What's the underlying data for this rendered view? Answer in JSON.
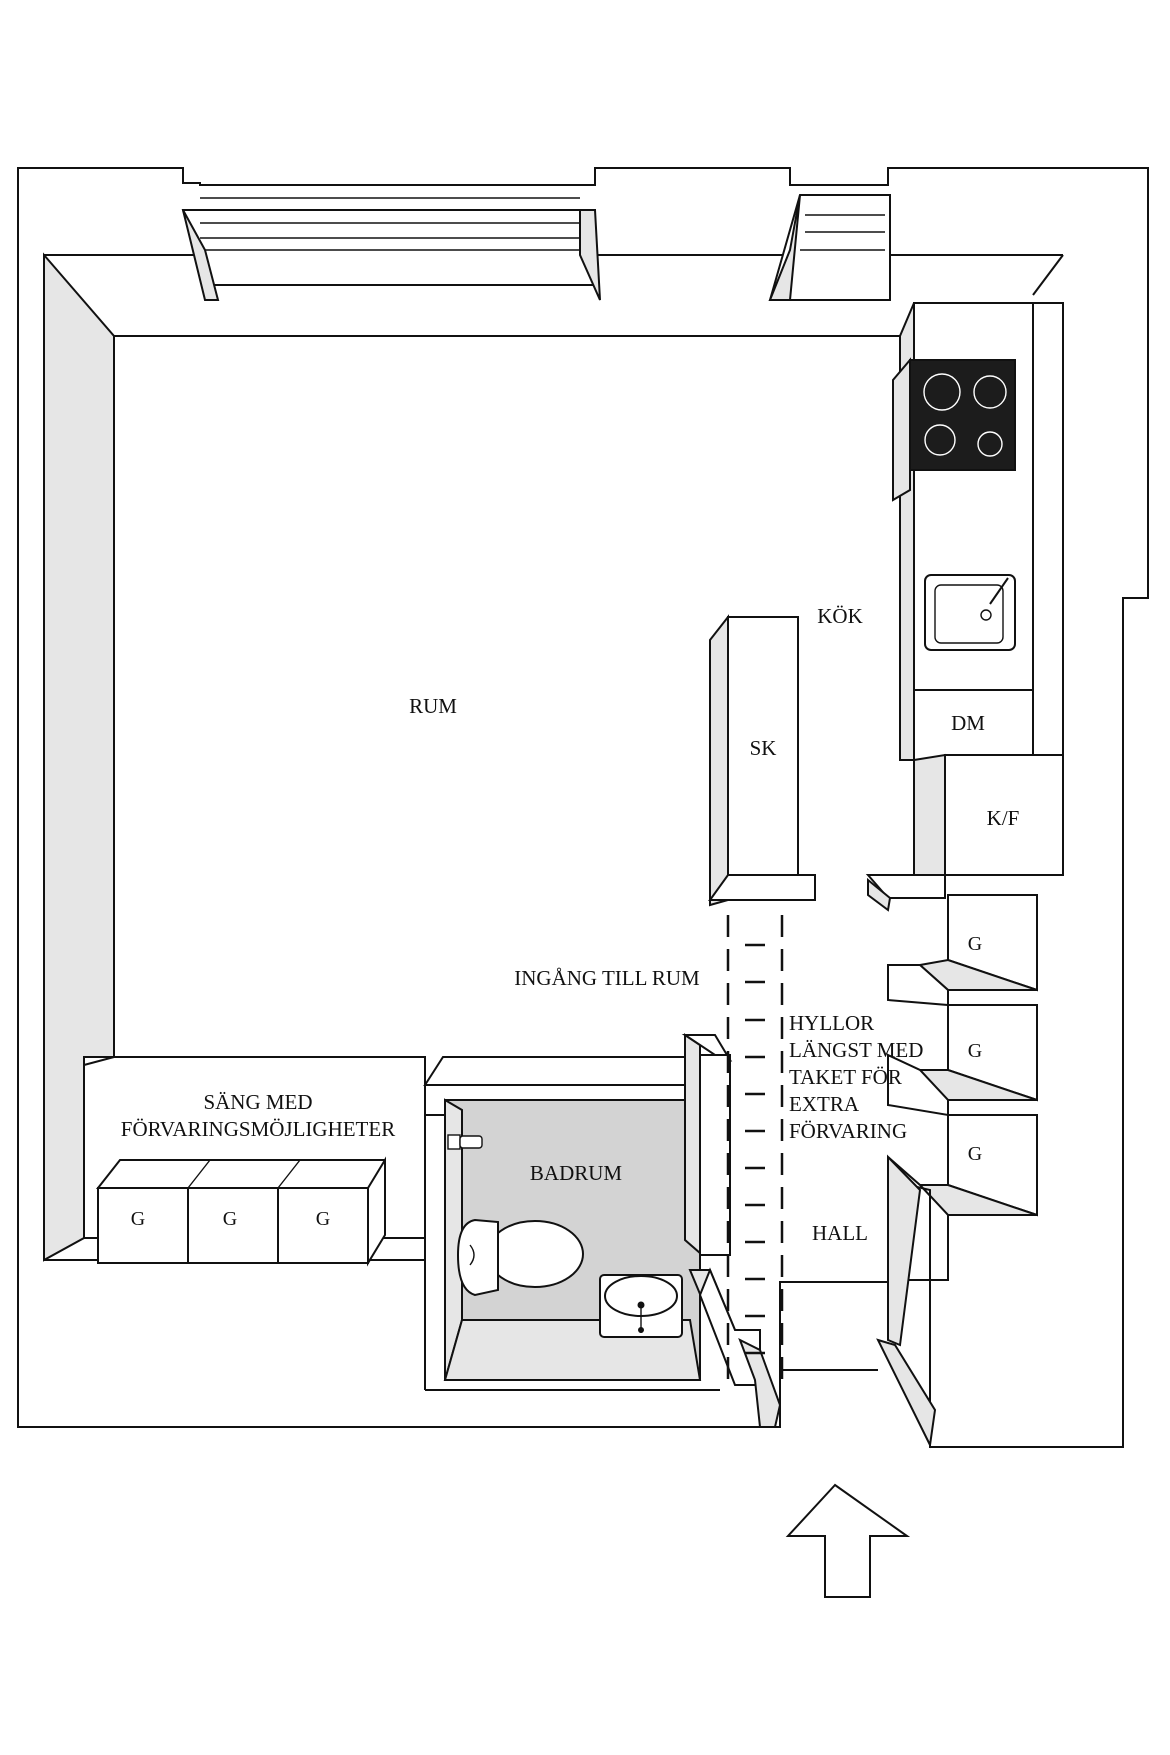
{
  "labels": {
    "rum": "RUM",
    "kok": "KÖK",
    "sk": "SK",
    "dm": "DM",
    "kf": "K/F",
    "ingang": "INGÅNG TILL RUM",
    "hyllor": [
      "HYLLOR",
      "LÄNGST MED",
      "TAKET FÖR",
      "EXTRA",
      "FÖRVARING"
    ],
    "sang": [
      "SÄNG MED",
      "FÖRVARINGSMÖJLIGHETER"
    ],
    "badrum": "BADRUM",
    "hall": "HALL",
    "g_label": "G"
  },
  "colors": {
    "wall_fill": "#ffffff",
    "wall_side": "#e6e6e6",
    "bath_floor": "#d3d3d3",
    "stove": "#1c1c1c",
    "line": "#111111"
  },
  "icons": {
    "entrance": "entrance-arrow-icon",
    "stove": "stove-icon",
    "sink": "kitchen-sink-icon",
    "toilet": "toilet-icon",
    "washbasin": "washbasin-icon"
  }
}
